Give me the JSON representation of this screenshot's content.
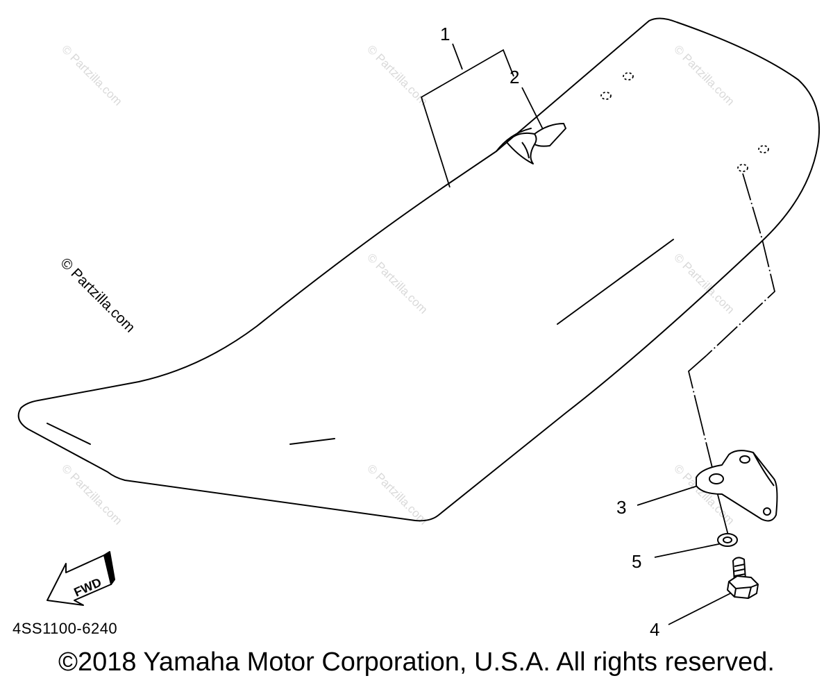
{
  "diagram": {
    "callouts": [
      {
        "id": "1",
        "label": "1"
      },
      {
        "id": "2",
        "label": "2"
      },
      {
        "id": "3",
        "label": "3"
      },
      {
        "id": "4",
        "label": "4"
      },
      {
        "id": "5",
        "label": "5"
      }
    ],
    "fwd_label": "FWD",
    "part_code": "4SS1100-6240",
    "copyright": "©2018 Yamaha Motor Corporation, U.S.A. All rights reserved.",
    "watermark_main": "© Partzilla.com",
    "watermark_faint": "© Partzilla.com"
  },
  "colors": {
    "line": "#000000",
    "watermark": "#d9d9d9",
    "background": "#ffffff"
  }
}
